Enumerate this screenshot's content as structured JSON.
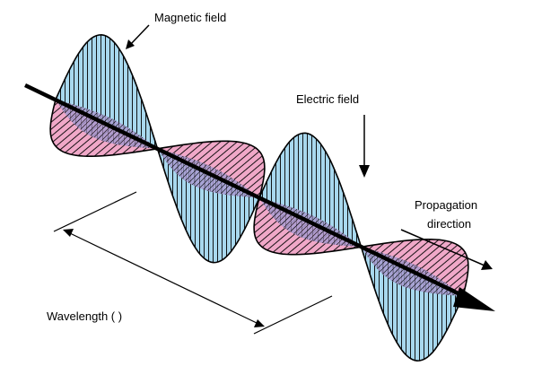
{
  "diagram": {
    "labels": {
      "magnetic_field": "Magnetic field",
      "electric_field": "Electric field",
      "propagation_line1": "Propagation",
      "propagation_line2": "direction",
      "wavelength": "Wavelength ( )"
    },
    "colors": {
      "magnetic_fill": "#a8d8ee",
      "electric_fill": "#f0a8c8",
      "outline": "#000000"
    },
    "wave_cycles_shown": 2,
    "hatching": {
      "magnetic": "vertical",
      "electric": "diagonal"
    }
  }
}
